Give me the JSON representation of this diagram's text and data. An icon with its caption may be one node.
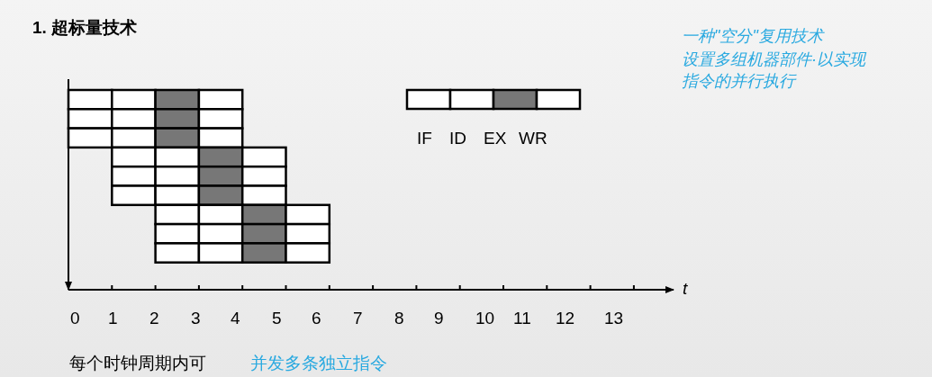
{
  "diagram": {
    "title": "1. 超标量技术",
    "labels": [
      "一种\"空分\"复用技术",
      "设置多组机器部件·以实现指令的并行执行",
      "IF",
      "ID",
      "EX",
      "WR",
      "t",
      "0",
      "1",
      "2",
      "3",
      "4",
      "5",
      "6",
      "7",
      "8",
      "9",
      "10",
      "11",
      "12",
      "13",
      "每个时钟周期内可",
      "并发多条独立指令"
    ]
  }
}
